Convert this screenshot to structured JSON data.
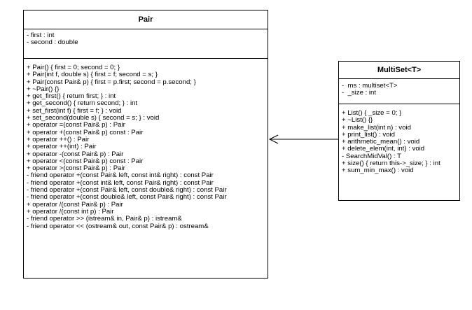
{
  "classes": {
    "pair": {
      "name": "Pair",
      "attributes": [
        "- first : int",
        "- second : double"
      ],
      "methods": [
        "+ Pair() { first = 0; second = 0; }",
        "+ Pair(int f, double s) { first = f; second = s; }",
        "+ Pair(const Pair& p) { first = p.first; second = p.second; }",
        "+ ~Pair() {}",
        "+ get_first() { return first; } : int",
        "+ get_second() { return second; } : int",
        "+ set_first(int f) { first = f; } : void",
        "+ set_second(double s) { second = s; } : void",
        "+ operator =(const Pair& p) : Pair",
        "+ operator +(const Pair& p) const : Pair",
        "+ operator ++() : Pair",
        "+ operator ++(int) : Pair",
        "+ operator -(const Pair& p) : Pair",
        "+ operator <(const Pair& p) const : Pair",
        "+ operator >(const Pair& p) : Pair",
        "- friend operator +(const Pair& left, const int& right) : const Pair",
        "- friend operator +(const int& left, const Pair& right) : const Pair",
        "- friend operator +(const Pair& left, const double& right) : const Pair",
        "- friend operator +(const double& left, const Pair& right) : const Pair",
        "+ operator /(const Pair& p) : Pair",
        "+ operator /(const int p) : Pair",
        "- friend operator >> (istream& in, Pair& p) : istream&",
        "- friend operator << (ostream& out, const Pair& p) : ostream&"
      ]
    },
    "multiset": {
      "name": "MultiSet<T>",
      "attributes": [
        "-  ms : multiset<T>",
        "-  _size : int"
      ],
      "methods": [
        "+ List() { _size = 0; }",
        "+ ~List() {}",
        "+ make_list(int n) : void",
        "+ print_list() : void",
        "+ arithmetic_mean() : void",
        "+ delete_elem(int, int) : void",
        "- SearchMidVal() : T",
        "+ size() { return this->_size; } : int",
        "+ sum_min_max() : void"
      ]
    }
  },
  "relations": [
    {
      "from": "multiset",
      "to": "pair",
      "type": "association",
      "arrowhead": "open"
    }
  ],
  "colors": {
    "line": "#000000",
    "background": "#ffffff"
  }
}
